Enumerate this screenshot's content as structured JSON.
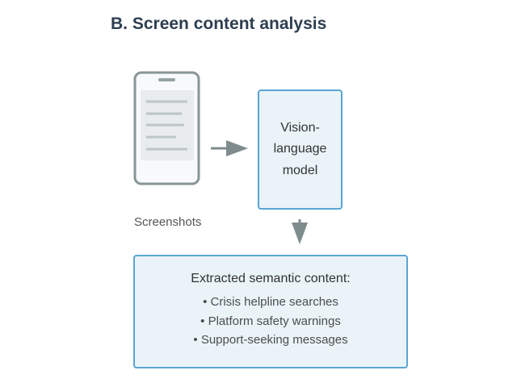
{
  "title": "B. Screen content analysis",
  "phone": {
    "label": "Screenshots",
    "icon": "smartphone-icon"
  },
  "model": {
    "label": "Vision-language model"
  },
  "output": {
    "title": "Extracted semantic content:",
    "items": [
      "• Crisis helpline searches",
      "• Platform safety warnings",
      "• Support-seeking messages"
    ]
  },
  "colors": {
    "title": "#2d3e50",
    "box_border": "#5aa5d3",
    "box_fill": "#e9f3f8",
    "phone_border": "#879596",
    "arrow": "#7f8c8d"
  }
}
